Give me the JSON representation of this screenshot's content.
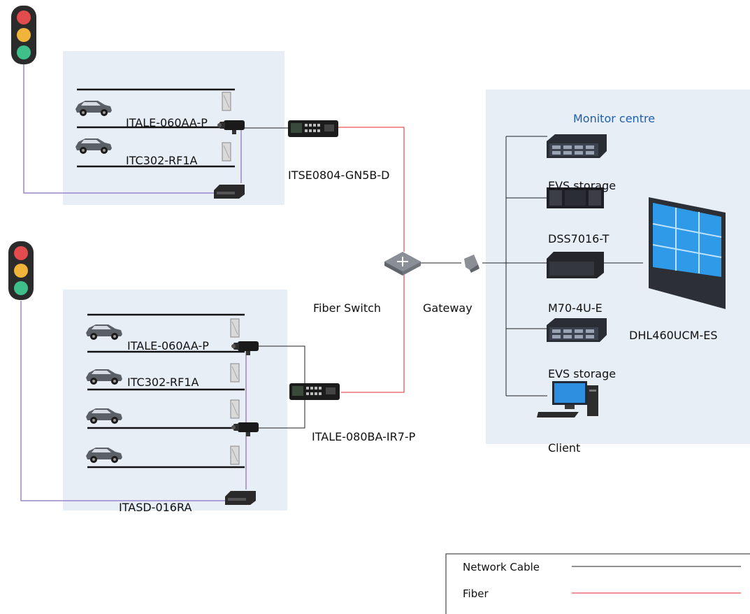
{
  "labels": {
    "top_camera": "ITALE-060AA-P",
    "top_detector": "ITC302-RF1A",
    "top_controller": "ITSE0804-GN5B-D",
    "bottom_camera": "ITALE-060AA-P",
    "bottom_detector": "ITC302-RF1A",
    "bottom_controller": "ITALE-080BA-IR7-P",
    "bottom_signal_detector": "ITASD-016RA",
    "fiber_switch": "Fiber  Switch",
    "gateway": "Gateway",
    "monitor_centre": "Monitor centre",
    "evs_storage_1": "EVS storage",
    "dss": "DSS7016-T",
    "m70": "M70-4U-E",
    "evs_storage_2": "EVS storage",
    "client": "Client",
    "video_wall": "DHL460UCM-ES"
  },
  "legend": {
    "network_cable": "Network Cable",
    "fiber": "Fiber"
  },
  "colors": {
    "area_bg": "#e8eef6",
    "network_cable": "#222222",
    "fiber": "#e0282f",
    "signal_link": "#9b86c9",
    "title_blue": "#1f5fa8"
  },
  "icons": {
    "traffic_light": "traffic-light-icon",
    "car": "car-icon",
    "camera": "camera-icon",
    "detector_panel": "detector-panel-icon",
    "controller": "controller-box-icon",
    "switch": "fiber-switch-icon",
    "gateway": "gateway-icon",
    "storage": "storage-server-icon",
    "nvr": "nvr-icon",
    "video_wall": "video-wall-icon",
    "client": "client-pc-icon"
  }
}
